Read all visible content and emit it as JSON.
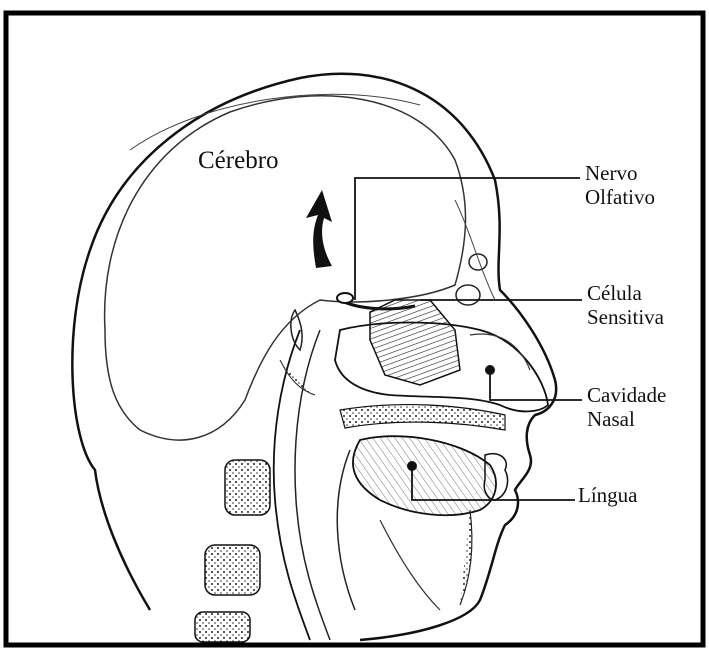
{
  "diagram": {
    "labels": {
      "cerebro": "Cérebro",
      "nervo_olfativo": [
        "Nervo",
        "Olfativo"
      ],
      "celula_sensitiva": [
        "Célula",
        "Sensitiva"
      ],
      "cavidade_nasal": [
        "Cavidade",
        "Nasal"
      ],
      "lingua": "Língua"
    }
  },
  "colors": {
    "ink": "#111111",
    "frame": "#000000",
    "background": "#ffffff"
  }
}
